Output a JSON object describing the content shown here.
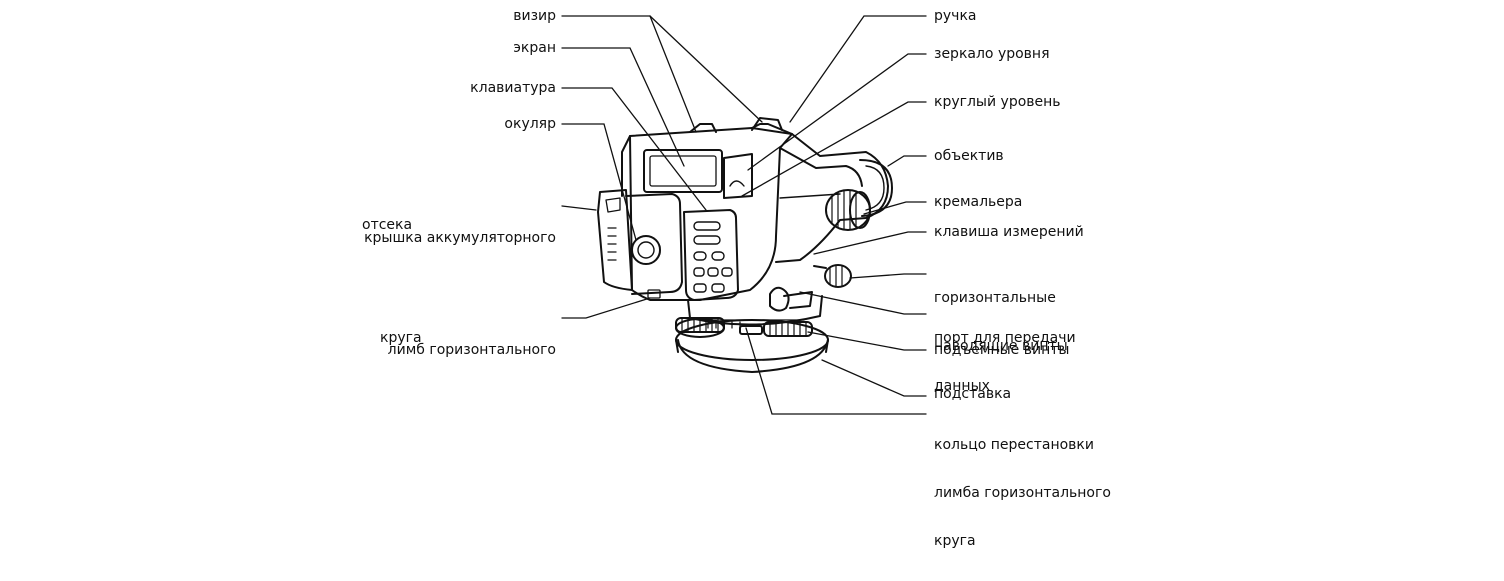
{
  "colors": {
    "ink": "#111111",
    "background": "#ffffff"
  },
  "labels": {
    "vizir": "визир",
    "ekran": "экран",
    "klaviatura": "клавиатура",
    "okulyar": "окуляр",
    "kryshka_line1": "крышка аккумуляторного",
    "kryshka_line2": "отсека",
    "limb_line1": "лимб горизонтального",
    "limb_line2": "круга",
    "ruchka": "ручка",
    "zerkalo": "зеркало уровня",
    "krugly": "круглый уровень",
    "obektiv": "объектив",
    "kremalera": "кремальера",
    "klavisha": "клавиша измерений",
    "gor_vinty_line1": "горизонтальные",
    "gor_vinty_line2": "наводящие винты",
    "port_line1": "порт для передачи",
    "port_line2": "данных",
    "podemnye": "подъемные винты",
    "podstavka": "подставка",
    "kolco_line1": "кольцо перестановки",
    "kolco_line2": "лимба горизонтального",
    "kolco_line3": "круга"
  }
}
